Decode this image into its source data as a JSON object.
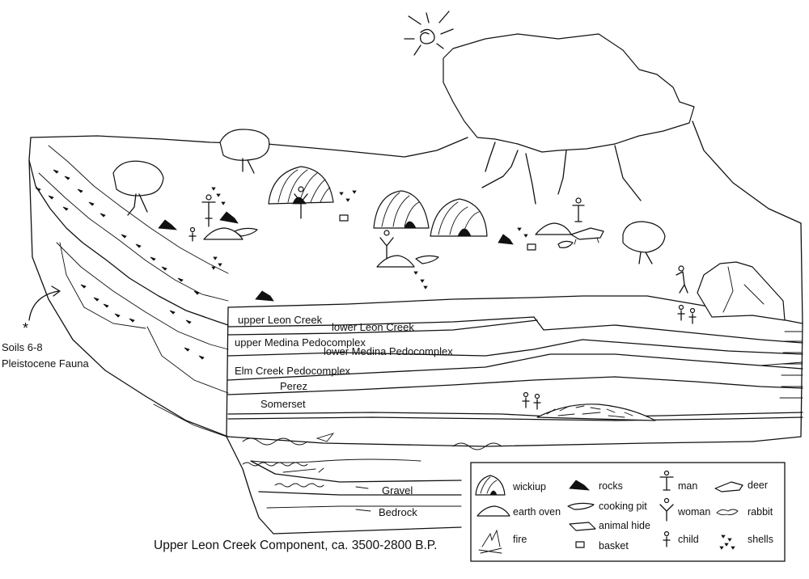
{
  "layers": {
    "upper_leon_creek": "upper Leon Creek",
    "lower_leon_creek": "lower Leon Creek",
    "upper_medina": "upper Medina Pedocomplex",
    "lower_medina": "lower Medina Pedocomplex",
    "elm_creek": "Elm Creek Pedocomplex",
    "perez": "Perez",
    "somerset": "Somerset",
    "gravel": "Gravel",
    "bedrock": "Bedrock"
  },
  "side_note": {
    "star": "*",
    "line1": "Soils 6-8",
    "line2": "Pleistocene Fauna"
  },
  "legend": {
    "wickiup": "wickiup",
    "earth_oven": "earth oven",
    "fire": "fire",
    "rocks": "rocks",
    "cooking_pit": "cooking pit",
    "animal_hide": "animal hide",
    "basket": "basket",
    "man": "man",
    "woman": "woman",
    "child": "child",
    "deer": "deer",
    "rabbit": "rabbit",
    "shells": "shells"
  },
  "caption": "Upper Leon Creek Component, ca. 3500-2800 B.P."
}
